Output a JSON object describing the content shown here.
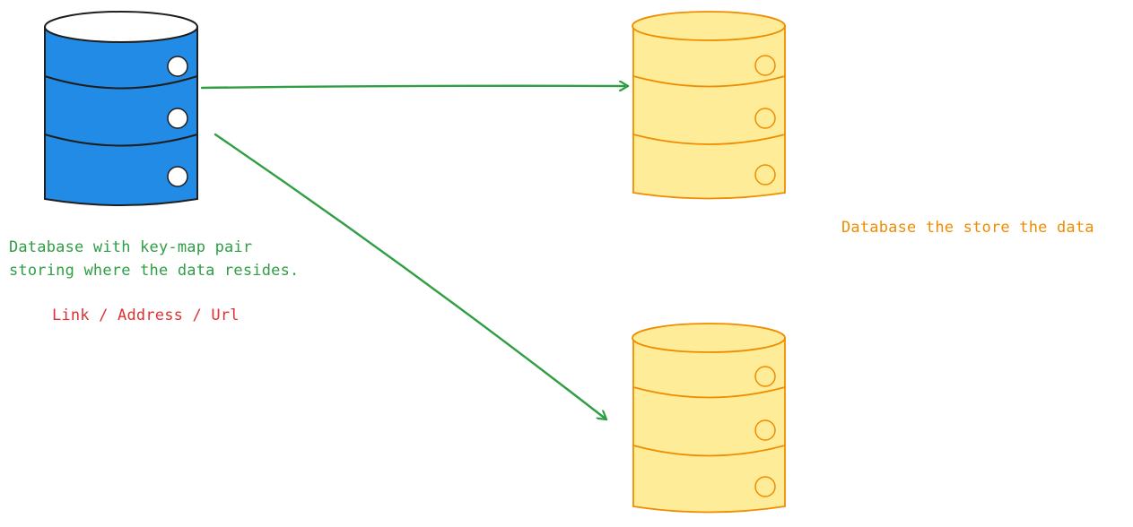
{
  "diagram": {
    "source_db": {
      "fill": "#228be6",
      "stroke": "#1e1e1e",
      "caption": "Database with key-map pair\nstoring where the data resides.",
      "caption_color": "#2f9e44",
      "link_label": "Link / Address / Url",
      "link_label_color": "#e03131"
    },
    "target_dbs": {
      "fill": "#ffec99",
      "stroke": "#f08c00",
      "caption": "Database the store the data",
      "caption_color": "#f08c00"
    },
    "arrow_color": "#2f9e44"
  }
}
